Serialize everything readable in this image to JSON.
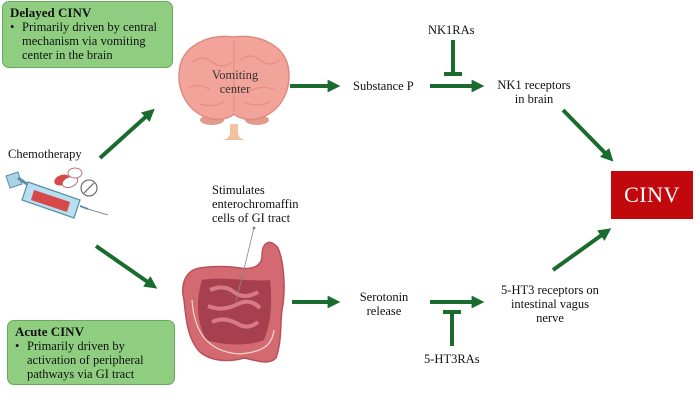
{
  "colors": {
    "arrow": "#1a6b2e",
    "box_fill": "#8fce80",
    "box_border": "#6aa85e",
    "cinv_fill": "#c1080c",
    "cinv_text": "#ffffff"
  },
  "delayed_box": {
    "title": "Delayed CINV",
    "bullet": "Primarily driven by central mechanism via vomiting center in the brain"
  },
  "acute_box": {
    "title": "Acute CINV",
    "bullet": "Primarily driven by activation of peripheral pathways via GI tract"
  },
  "nodes": {
    "chemotherapy": "Chemotherapy",
    "vomiting_center": "Vomiting center",
    "substance_p": "Substance P",
    "nk1ras": "NK1RAs",
    "nk1_receptors": "NK1 receptors in brain",
    "stimulates_ec": "Stimulates enterochromaffin cells of GI tract",
    "serotonin_release": "Serotonin release",
    "ht3ras": "5-HT3RAs",
    "ht3_receptors": "5-HT3 receptors on intestinal vagus nerve",
    "cinv": "CINV"
  },
  "icons": [
    "brain-icon",
    "syringe-icon",
    "pill-icon",
    "intestine-icon"
  ]
}
